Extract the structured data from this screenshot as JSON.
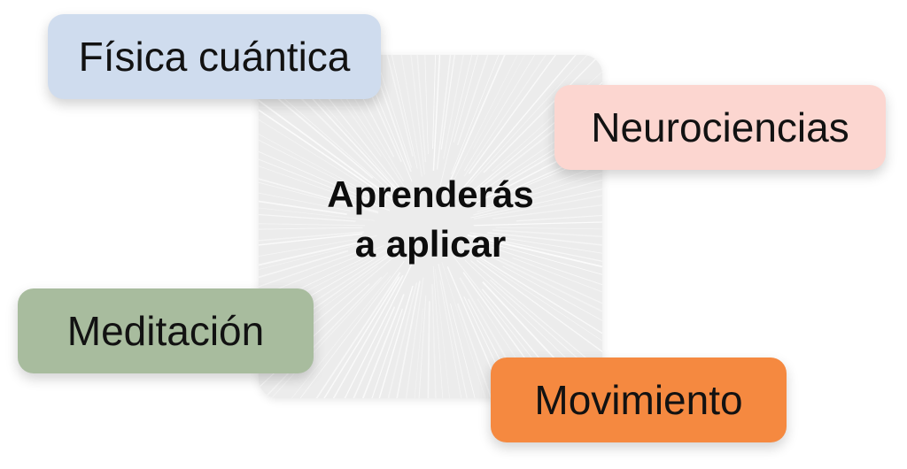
{
  "center": {
    "line1": "Aprenderás",
    "line2": "a aplicar"
  },
  "tags": {
    "fisica": "Física cuántica",
    "neurociencias": "Neurociencias",
    "meditacion": "Meditación",
    "movimiento": "Movimiento"
  },
  "colors": {
    "fisica": "#cfdcee",
    "neurociencias": "#fcd6d0",
    "meditacion": "#a8bc9e",
    "movimiento": "#f58940",
    "center_card": "#ececec"
  }
}
